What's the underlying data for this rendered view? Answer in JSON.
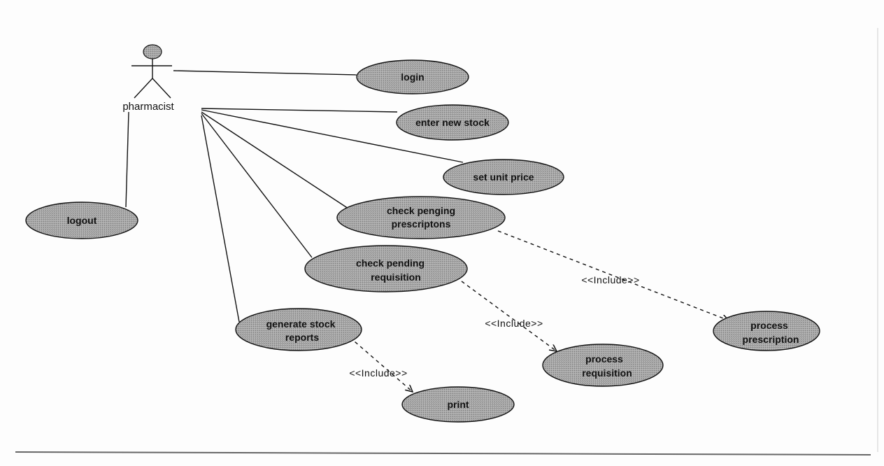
{
  "diagram": {
    "actor": {
      "label": "pharmacist"
    },
    "use_cases": {
      "login": "login",
      "enter_new_stock": "enter new stock",
      "set_unit_price": "set unit price",
      "logout": "logout",
      "check_pending_prescriptions": [
        "check penging",
        "prescriptons"
      ],
      "check_pending_requisition": [
        "check pending",
        "requisition"
      ],
      "generate_stock_reports": [
        "generate stock",
        "reports"
      ],
      "process_prescription": [
        "process",
        "prescription"
      ],
      "process_requisition": [
        "process",
        "requisition"
      ],
      "print": "print"
    },
    "include_labels": {
      "prescriptions": "<<Include>>",
      "requisition": "<<Include>>",
      "reports": "<<Include>>"
    },
    "colors": {
      "ellipse_fill": "#9a9a9a",
      "line": "#111111",
      "frame": "#666666"
    }
  }
}
